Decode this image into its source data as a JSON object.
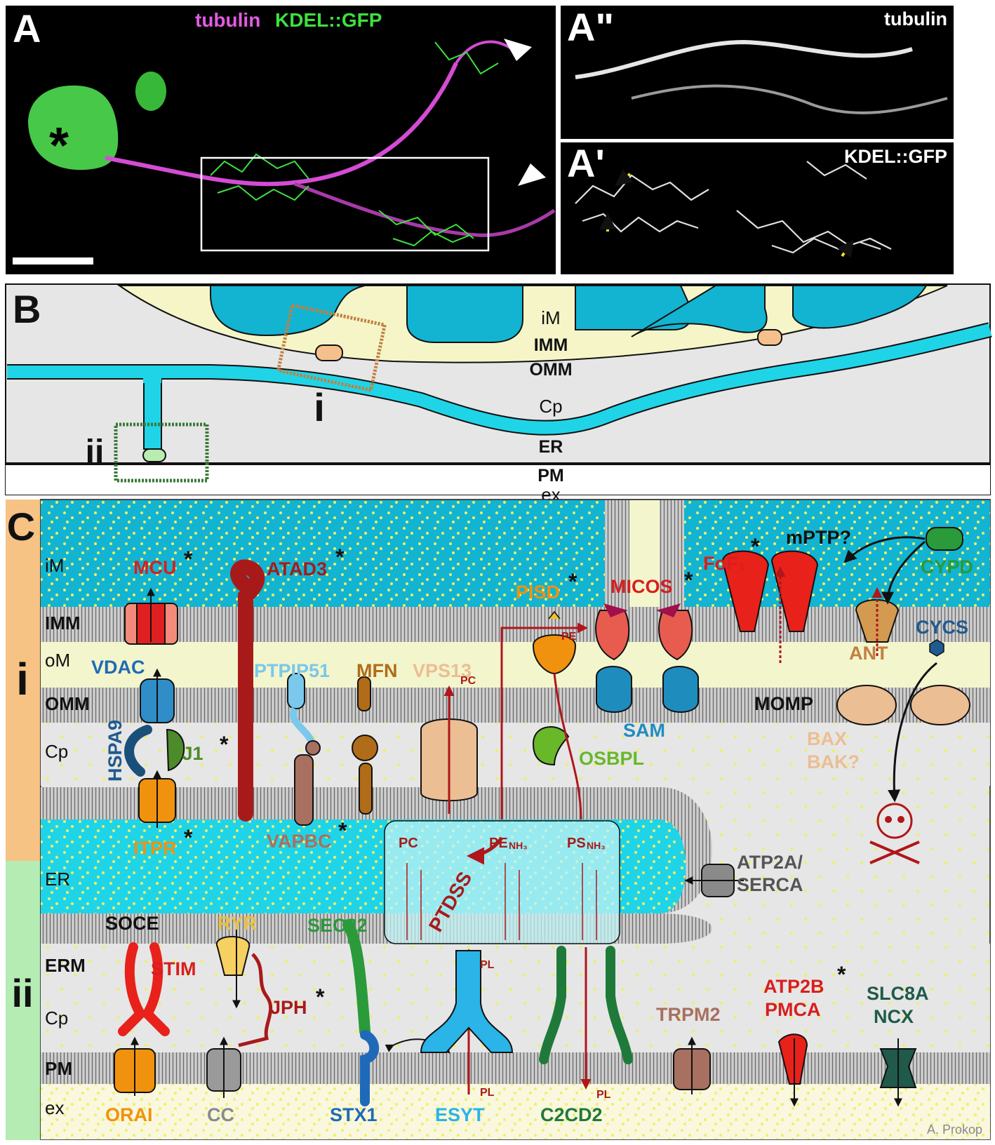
{
  "panelA": {
    "letter": "A",
    "label_tubulin": "tubulin",
    "label_kdel": "KDEL::GFP",
    "soma_marker": "*",
    "colors": {
      "tubulin": "#e05ce0",
      "kdel": "#3ee03e"
    }
  },
  "panelA2": {
    "letter": "A\"",
    "label": "tubulin"
  },
  "panelA1": {
    "letter": "A'",
    "label": "KDEL::GFP"
  },
  "panelB": {
    "letter": "B",
    "labels": {
      "iM": "iM",
      "IMM": "IMM",
      "OMM": "OMM",
      "Cp": "Cp",
      "ER": "ER",
      "PM": "PM",
      "ex": "ex",
      "i": "i",
      "ii": "ii"
    },
    "colors": {
      "matrix": "#12b4d2",
      "ims": "#f5f5c8",
      "cyto": "#e6e6e6",
      "er": "#20d4e8"
    }
  },
  "panelC": {
    "letter": "C",
    "section_i": "i",
    "section_ii": "ii",
    "layers": [
      "iM",
      "IMM",
      "oM",
      "OMM",
      "Cp",
      "ER",
      "ERM",
      "Cp",
      "PM",
      "ex"
    ],
    "proteins": {
      "MCU": "MCU",
      "ATAD3": "ATAD3",
      "PISD": "PISD",
      "MICOS": "MICOS",
      "FoF1": "FoF₁",
      "mPTP": "mPTP?",
      "CYPD": "CYPD",
      "CYCS": "CYCS",
      "ANT": "ANT",
      "VDAC": "VDAC",
      "PTPIP51": "PTPIP51",
      "MFN": "MFN",
      "VPS13": "VPS13",
      "SAM": "SAM",
      "MOMP": "MOMP",
      "HSPA9": "HSPA9",
      "DJ1": "DJ1",
      "OSBPL": "OSBPL",
      "BAX": "BAX",
      "BAK": "BAK?",
      "ITPR": "ITPR",
      "VAPBC": "VAPBC",
      "ATP2A": "ATP2A/",
      "SERCA": "SERCA",
      "PTDSS": "PTDSS",
      "SOCE": "SOCE",
      "STIM": "STIM",
      "RYR": "RYR",
      "SEC22": "SEC22",
      "JPH": "JPH",
      "TRPM2": "TRPM2",
      "ATP2B": "ATP2B",
      "PMCA": "PMCA",
      "SLC8A": "SLC8A",
      "NCX": "NCX",
      "ORAI": "ORAI",
      "CC": "CC",
      "STX1": "STX1",
      "ESYT": "ESYT",
      "C2CD2": "C2CD2"
    },
    "lipids": {
      "PC": "PC",
      "PE": "PE",
      "PS": "PS",
      "PL": "PL",
      "NH3": "NH₃"
    },
    "star": "*",
    "credit": "A. Prokop",
    "colors": {
      "side_i": "#f6c384",
      "side_ii": "#b4ecb4",
      "matrix": "#12b4d2",
      "ims": "#f3f5cc",
      "cyto": "#e6e6e6",
      "er": "#20d4e8",
      "red": "#b0161a"
    }
  }
}
